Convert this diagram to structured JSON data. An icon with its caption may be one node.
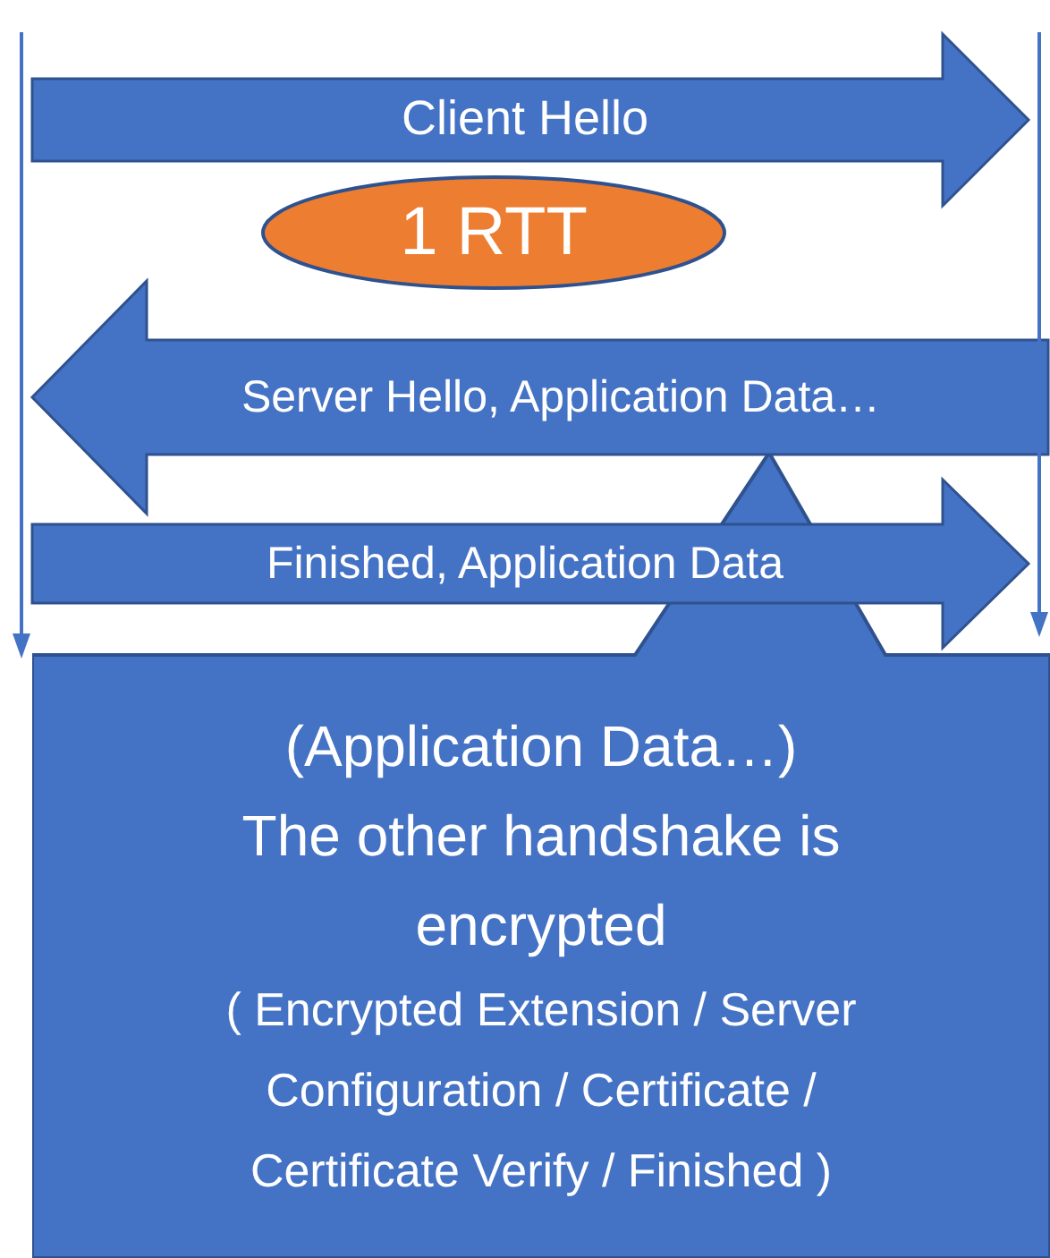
{
  "diagram": {
    "nodes": [
      {
        "text": [],
        "shape": "bar"
      },
      {
        "text": [],
        "shape": "bar"
      },
      {
        "text": [
          "1 RTT"
        ]
      },
      {
        "text": [
          "(Application Data…)",
          "The other handshake is encrypted",
          "( Encrypted Extension / Server Configuration / Certificate / Certificate Verify / Finished )"
        ]
      }
    ],
    "edges": [
      {
        "from": 0,
        "to": 1,
        "arrow": "to",
        "style": "thick",
        "label": "Client Hello"
      },
      {
        "from": 1,
        "to": 0,
        "arrow": "to",
        "style": "thick",
        "label": "Server Hello, Application Data…"
      },
      {
        "from": 0,
        "to": 1,
        "arrow": "to",
        "style": "thick",
        "label": "Finished, Application Data"
      }
    ]
  }
}
